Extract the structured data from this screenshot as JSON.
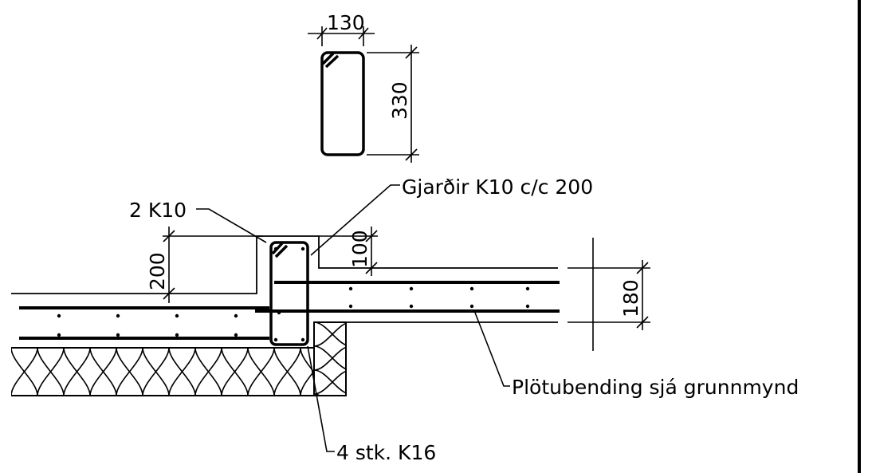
{
  "section": {
    "width_dim": "130",
    "height_dim": "330"
  },
  "detail": {
    "top_bars_label": "2 K10",
    "stirrups_label": "Gjarðir K10 c/c 200",
    "beam_depth_dim": "200",
    "step_dim": "100",
    "slab_thickness_dim": "180",
    "slab_reinf_label": "Plötubending sjá grunnmynd",
    "bottom_bars_label": "4 stk. K16"
  }
}
